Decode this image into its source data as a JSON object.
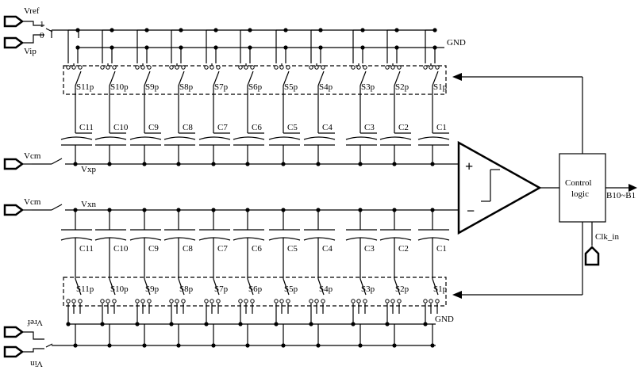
{
  "top": {
    "vref": "Vref",
    "vip": "Vip",
    "sel_1": "1",
    "sel_0": "0",
    "gnd": "GND",
    "vcm": "Vcm",
    "vxp": "Vxp",
    "switches": [
      "S11p",
      "S10p",
      "S9p",
      "S8p",
      "S7p",
      "S6p",
      "S5p",
      "S4p",
      "S3p",
      "S2p",
      "S1p"
    ],
    "caps": [
      "C11",
      "C10",
      "C9",
      "C8",
      "C7",
      "C6",
      "C5",
      "C4",
      "C3",
      "C2",
      "C1"
    ]
  },
  "bottom": {
    "vcm": "Vcm",
    "vxn": "Vxn",
    "gnd": "GND",
    "vref_flipped": "Vref",
    "vin_flipped": "Vin",
    "switches": [
      "S11p",
      "S10p",
      "S9p",
      "S8p",
      "S7p",
      "S6p",
      "S5p",
      "S4p",
      "S3p",
      "S2p",
      "S1p"
    ],
    "caps": [
      "C11",
      "C10",
      "C9",
      "C8",
      "C7",
      "C6",
      "C5",
      "C4",
      "C3",
      "C2",
      "C1"
    ]
  },
  "comparator": {
    "plus": "+",
    "minus": "−"
  },
  "control": {
    "line1": "Control",
    "line2": "logic",
    "output": "B10~B1",
    "clock": "Clk_in"
  }
}
